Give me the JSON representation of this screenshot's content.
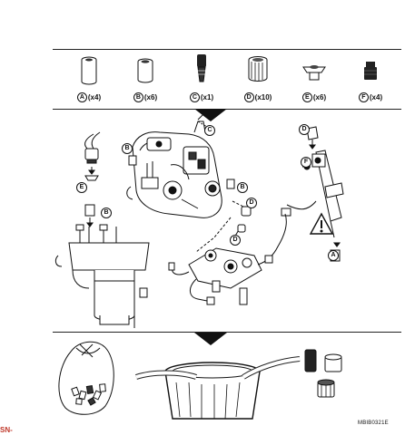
{
  "parts": [
    {
      "letter": "A",
      "qty": "(x4)",
      "icon": "sleeve-cylinder"
    },
    {
      "letter": "B",
      "qty": "(x6)",
      "icon": "short-sleeve"
    },
    {
      "letter": "C",
      "qty": "(x1)",
      "icon": "plug-cap"
    },
    {
      "letter": "D",
      "qty": "(x10)",
      "icon": "knurled-cap"
    },
    {
      "letter": "E",
      "qty": "(x6)",
      "icon": "flanged-plug"
    },
    {
      "letter": "F",
      "qty": "(x4)",
      "icon": "dark-plug"
    }
  ],
  "callouts": {
    "c1": "C",
    "b1": "B",
    "b2": "B",
    "b3": "B",
    "e1": "E",
    "d1": "D",
    "d2": "D",
    "d3": "F",
    "a1": "A"
  },
  "code": "MBIB0321E",
  "note": "SN-"
}
